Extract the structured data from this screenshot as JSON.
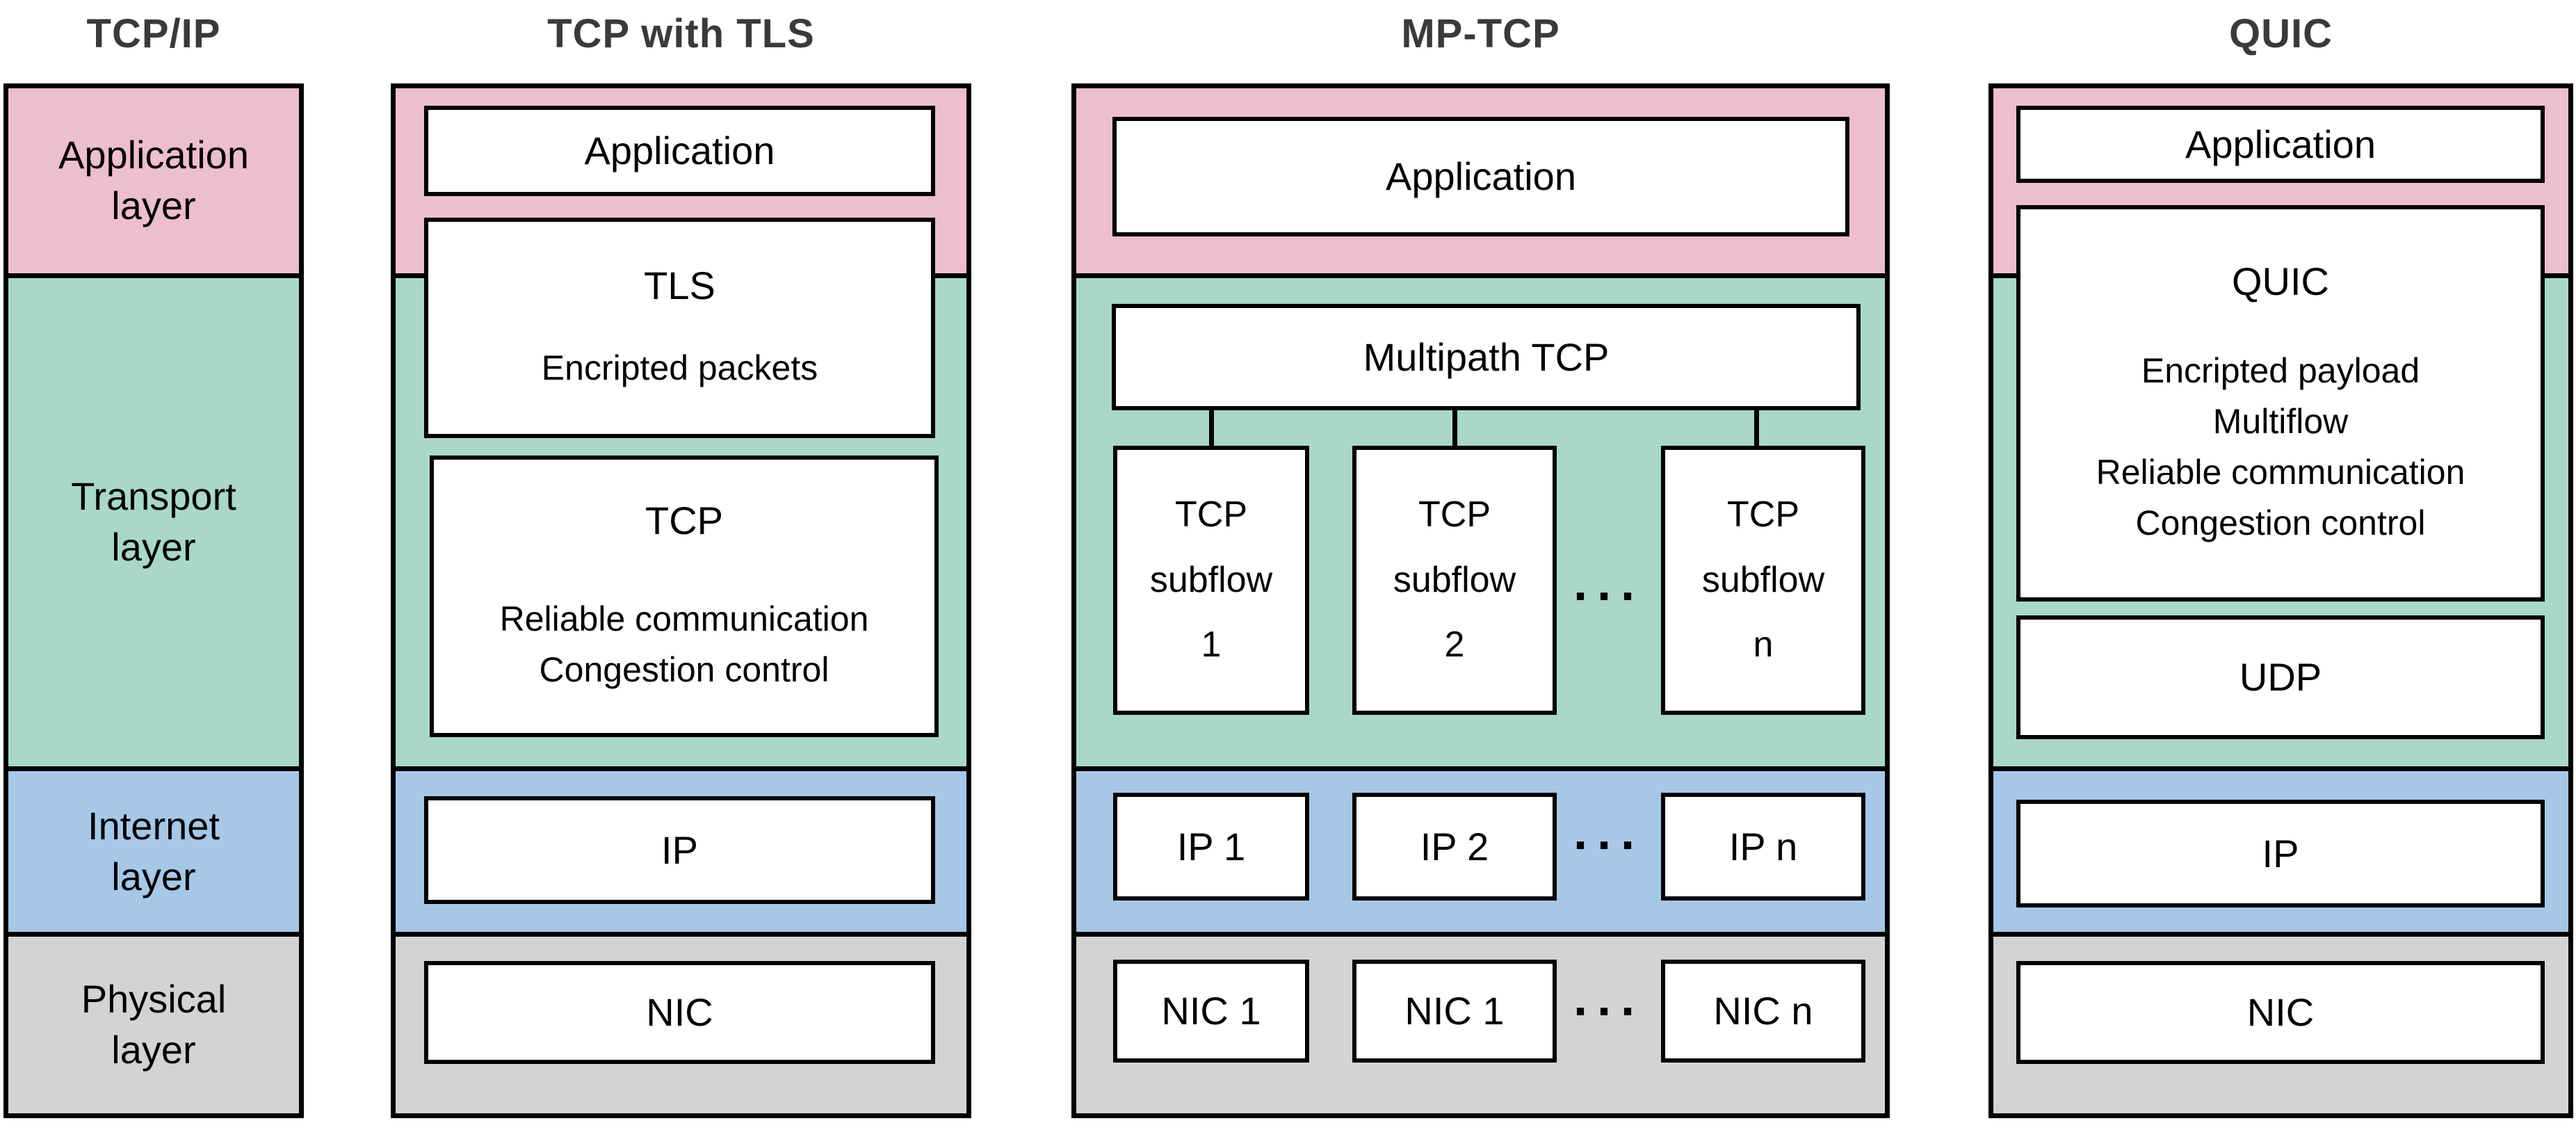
{
  "colors": {
    "application_layer": "#edbecd",
    "transport_layer": "#a9d8c8",
    "internet_layer": "#a7c7e7",
    "physical_layer": "#d3d3d3",
    "box_background": "#ffffff",
    "border": "#000000",
    "title_text": "#3a3a3a"
  },
  "columns": {
    "tcpip": {
      "title": "TCP/IP",
      "layers": [
        "Application\nlayer",
        "Transport\nlayer",
        "Internet\nlayer",
        "Physical\nlayer"
      ]
    },
    "tls": {
      "title": "TCP with TLS",
      "application": "Application",
      "tls": "TLS",
      "tls_note": "Encripted packets",
      "tcp": "TCP",
      "tcp_notes": "Reliable communication\nCongestion control",
      "ip": "IP",
      "nic": "NIC"
    },
    "mptcp": {
      "title": "MP-TCP",
      "application": "Application",
      "scheduler": "Multipath TCP",
      "subflows": [
        "TCP\nsubflow\n1",
        "TCP\nsubflow\n2",
        "TCP\nsubflow\nn"
      ],
      "ips": [
        "IP 1",
        "IP 2",
        "IP n"
      ],
      "nics": [
        "NIC 1",
        "NIC 1",
        "NIC n"
      ],
      "ellipsis": "···"
    },
    "quic": {
      "title": "QUIC",
      "application": "Application",
      "quic": "QUIC",
      "quic_notes": "Encripted payload\nMultiflow\nReliable communication\nCongestion control",
      "udp": "UDP",
      "ip": "IP",
      "nic": "NIC"
    }
  }
}
